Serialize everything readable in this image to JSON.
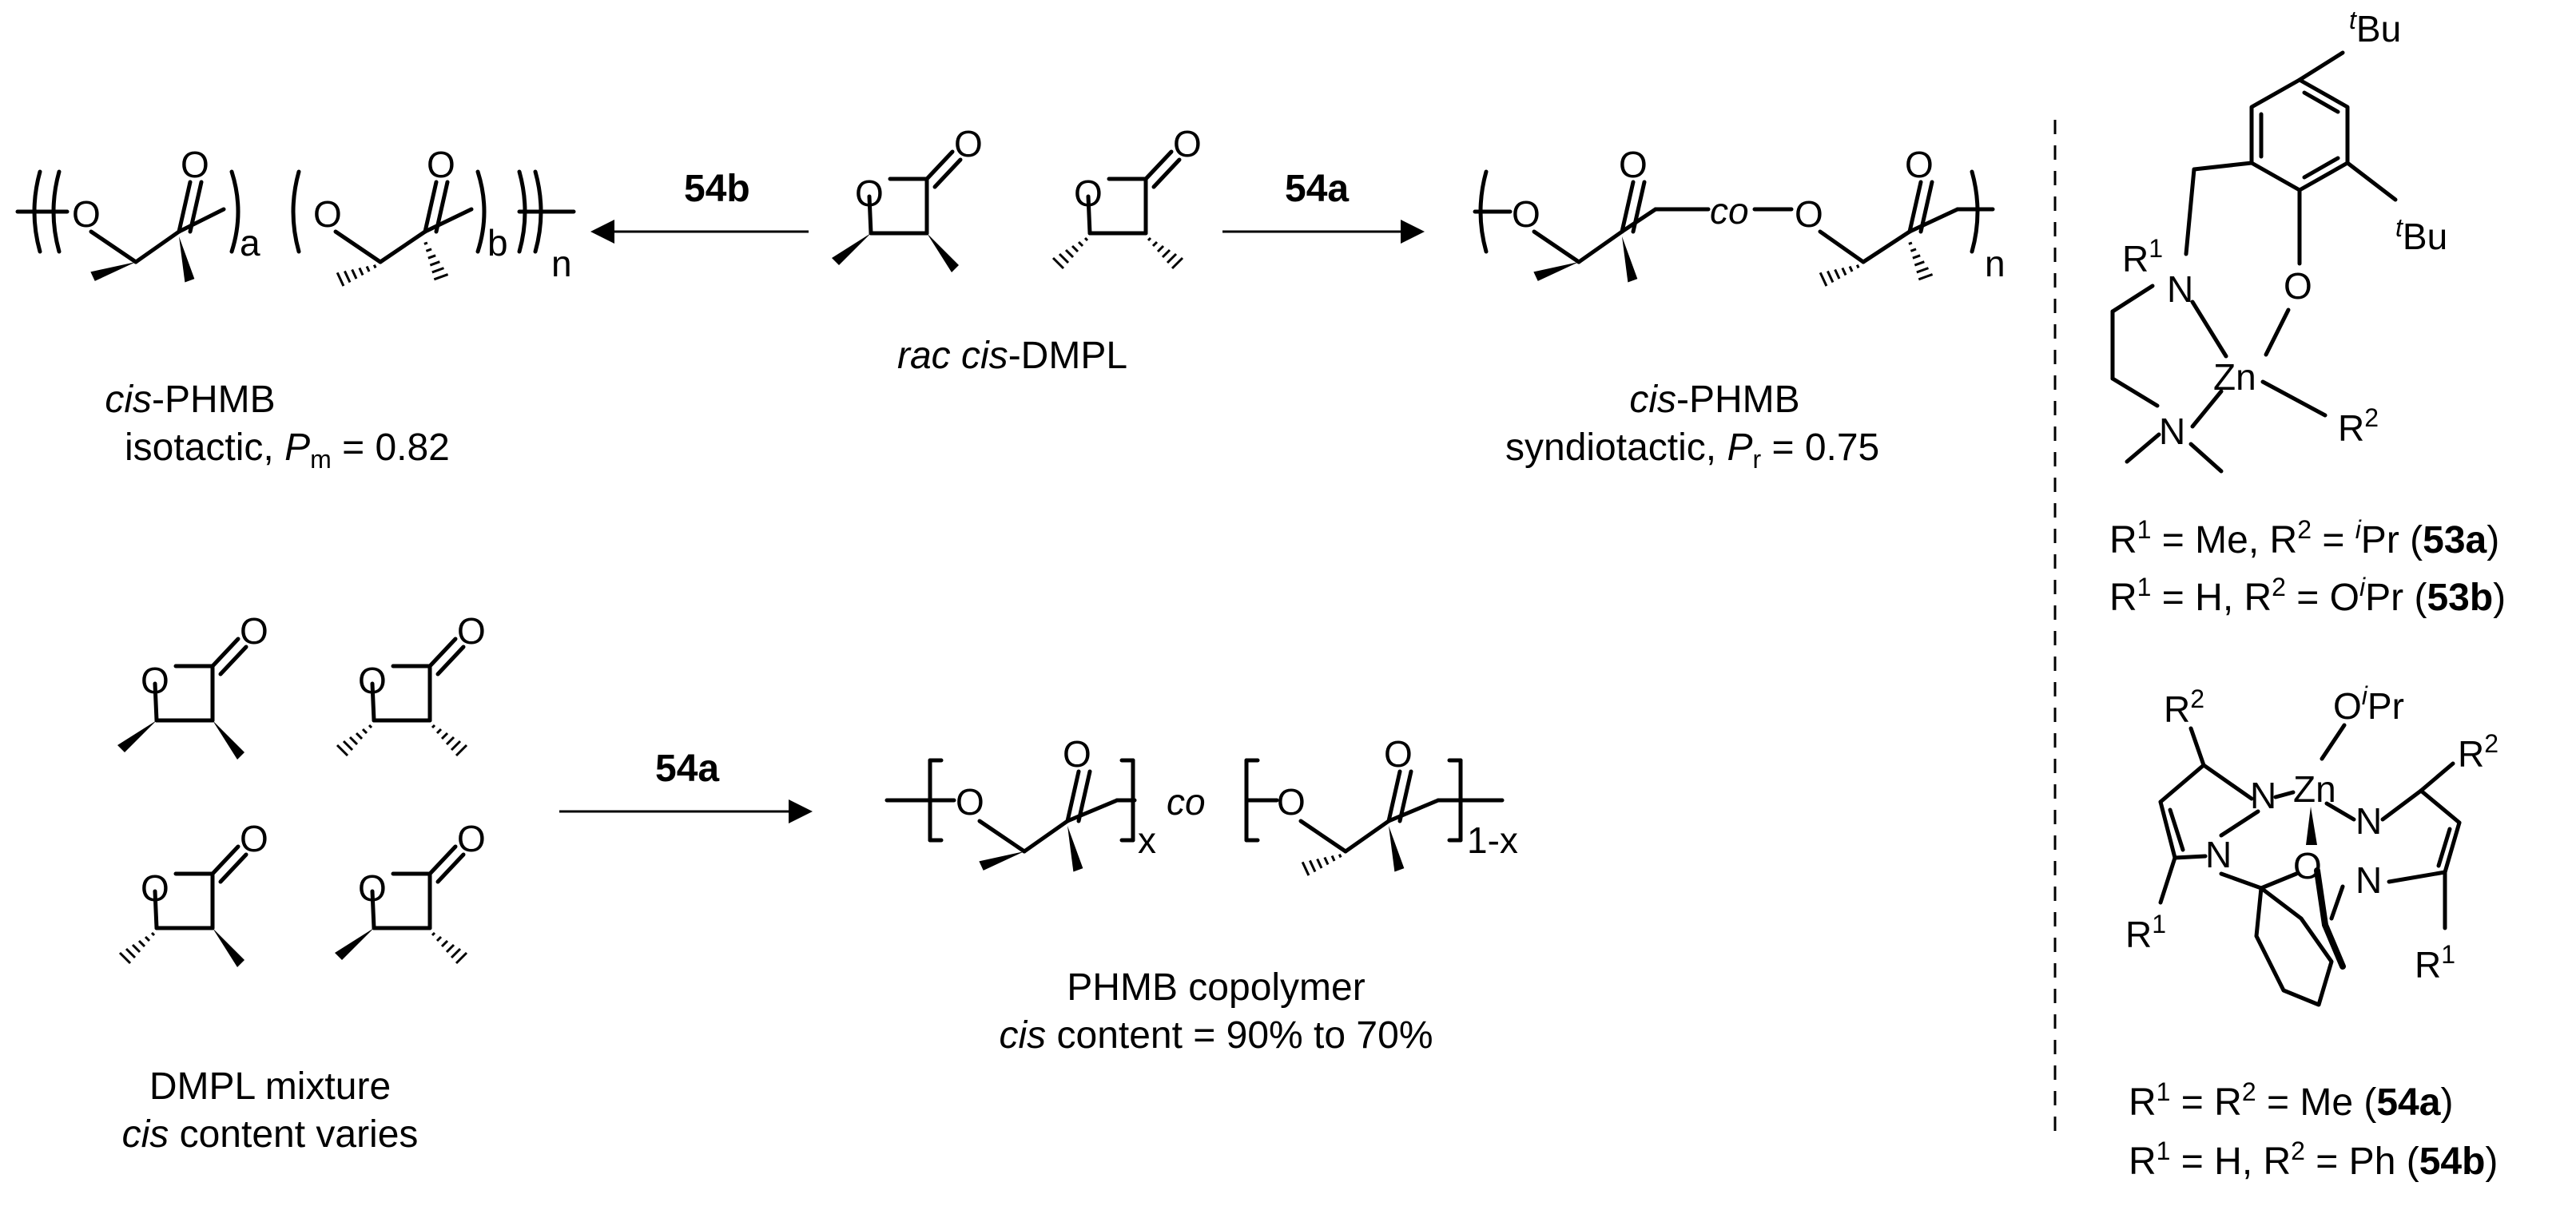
{
  "reagents": {
    "top_left": "54b",
    "top_right": "54a",
    "bottom": "54a"
  },
  "monomer_top": {
    "label_prefix": "rac cis",
    "label_suffix": "-DMPL"
  },
  "polymer_iso": {
    "name_italic": "cis",
    "name_rest": "-PHMB",
    "tacticity": "isotactic, ",
    "p_symbol": "P",
    "p_sub": "m",
    "p_value": " = 0.82",
    "sub_a": "a",
    "sub_b": "b",
    "sub_n": "n"
  },
  "polymer_syn": {
    "name_italic": "cis",
    "name_rest": "-PHMB",
    "tacticity": "syndiotactic, ",
    "p_symbol": "P",
    "p_sub": "r",
    "p_value": " = 0.75",
    "co": "co",
    "sub_n": "n"
  },
  "polymer_copoly": {
    "sub_x": "x",
    "sub_1x": "1-x",
    "co": "co",
    "caption_line1": "PHMB copolymer",
    "caption_italic": "cis",
    "caption_rest": " content = 90% to 70%"
  },
  "mixture": {
    "line1": "DMPL mixture",
    "line2_italic": "cis",
    "line2_rest": " content varies"
  },
  "atoms": {
    "O": "O",
    "N": "N",
    "Zn": "Zn",
    "tBu_sup": "t",
    "tBu": "Bu",
    "R": "R",
    "one": "1",
    "two": "2",
    "iPr_sup": "i",
    "Pr": "Pr"
  },
  "catalyst_53": {
    "line1_a": "R",
    "line1_a_sup": "1",
    "line1_b": " = Me, R",
    "line1_b_sup": "2",
    "line1_c": " = ",
    "line1_c_sup": "i",
    "line1_d": "Pr (",
    "line1_bold": "53a",
    "line1_end": ")",
    "line2_a": "R",
    "line2_a_sup": "1",
    "line2_b": " = H, R",
    "line2_b_sup": "2",
    "line2_c": " = O",
    "line2_c_sup": "i",
    "line2_d": "Pr (",
    "line2_bold": "53b",
    "line2_end": ")"
  },
  "catalyst_54": {
    "line1_a": "R",
    "line1_a_sup": "1",
    "line1_b": " = R",
    "line1_b_sup": "2",
    "line1_c": " = Me (",
    "line1_bold": "54a",
    "line1_end": ")",
    "line2_a": "R",
    "line2_a_sup": "1",
    "line2_b": " = H, R",
    "line2_b_sup": "2",
    "line2_c": " = Ph (",
    "line2_bold": "54b",
    "line2_end": ")"
  }
}
